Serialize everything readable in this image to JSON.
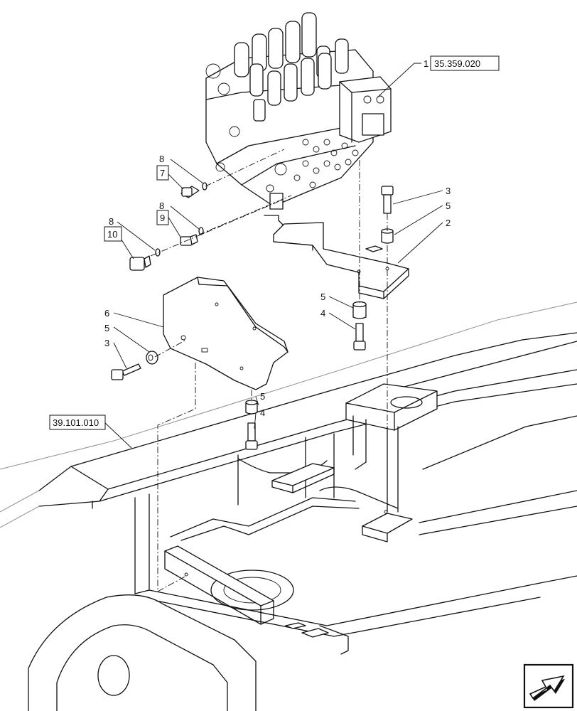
{
  "callouts": [
    {
      "id": "c1",
      "text": "1"
    },
    {
      "id": "c2",
      "text": "2"
    },
    {
      "id": "c3a",
      "text": "3"
    },
    {
      "id": "c5a",
      "text": "5"
    },
    {
      "id": "c5b",
      "text": "5"
    },
    {
      "id": "c4a",
      "text": "4"
    },
    {
      "id": "c6",
      "text": "6"
    },
    {
      "id": "c5c",
      "text": "5"
    },
    {
      "id": "c3b",
      "text": "3"
    },
    {
      "id": "c5d",
      "text": "5"
    },
    {
      "id": "c4b",
      "text": "4"
    },
    {
      "id": "c8a",
      "text": "8"
    },
    {
      "id": "c8b",
      "text": "8"
    },
    {
      "id": "c8c",
      "text": "8"
    }
  ],
  "boxed_callouts": {
    "b7": "7",
    "b9": "9",
    "b10": "10"
  },
  "references": {
    "control_valve_ref": "35.359.020",
    "frame_ref": "39.101.010"
  },
  "nav_icon": "navigation-arrow-icon"
}
